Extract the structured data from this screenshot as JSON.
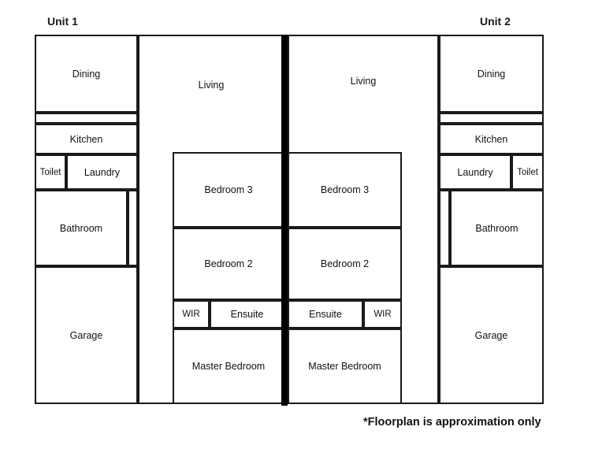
{
  "titles": {
    "unit1": "Unit 1",
    "unit2": "Unit 2"
  },
  "footnote": "*Floorplan is approximation only",
  "rooms": {
    "unit1": {
      "dining": "Dining",
      "kitchen": "Kitchen",
      "toilet": "Toilet",
      "laundry": "Laundry",
      "bathroom": "Bathroom",
      "garage": "Garage",
      "living": "Living",
      "bedroom3": "Bedroom 3",
      "bedroom2": "Bedroom 2",
      "wir": "WIR",
      "ensuite": "Ensuite",
      "master": "Master Bedroom"
    },
    "unit2": {
      "dining": "Dining",
      "kitchen": "Kitchen",
      "toilet": "Toilet",
      "laundry": "Laundry",
      "bathroom": "Bathroom",
      "garage": "Garage",
      "living": "Living",
      "bedroom3": "Bedroom 3",
      "bedroom2": "Bedroom 2",
      "wir": "WIR",
      "ensuite": "Ensuite",
      "master": "Master Bedroom"
    }
  },
  "colors": {
    "stroke": "#1a1a1a",
    "divider": "#000000",
    "background": "#ffffff",
    "text": "#111111"
  }
}
